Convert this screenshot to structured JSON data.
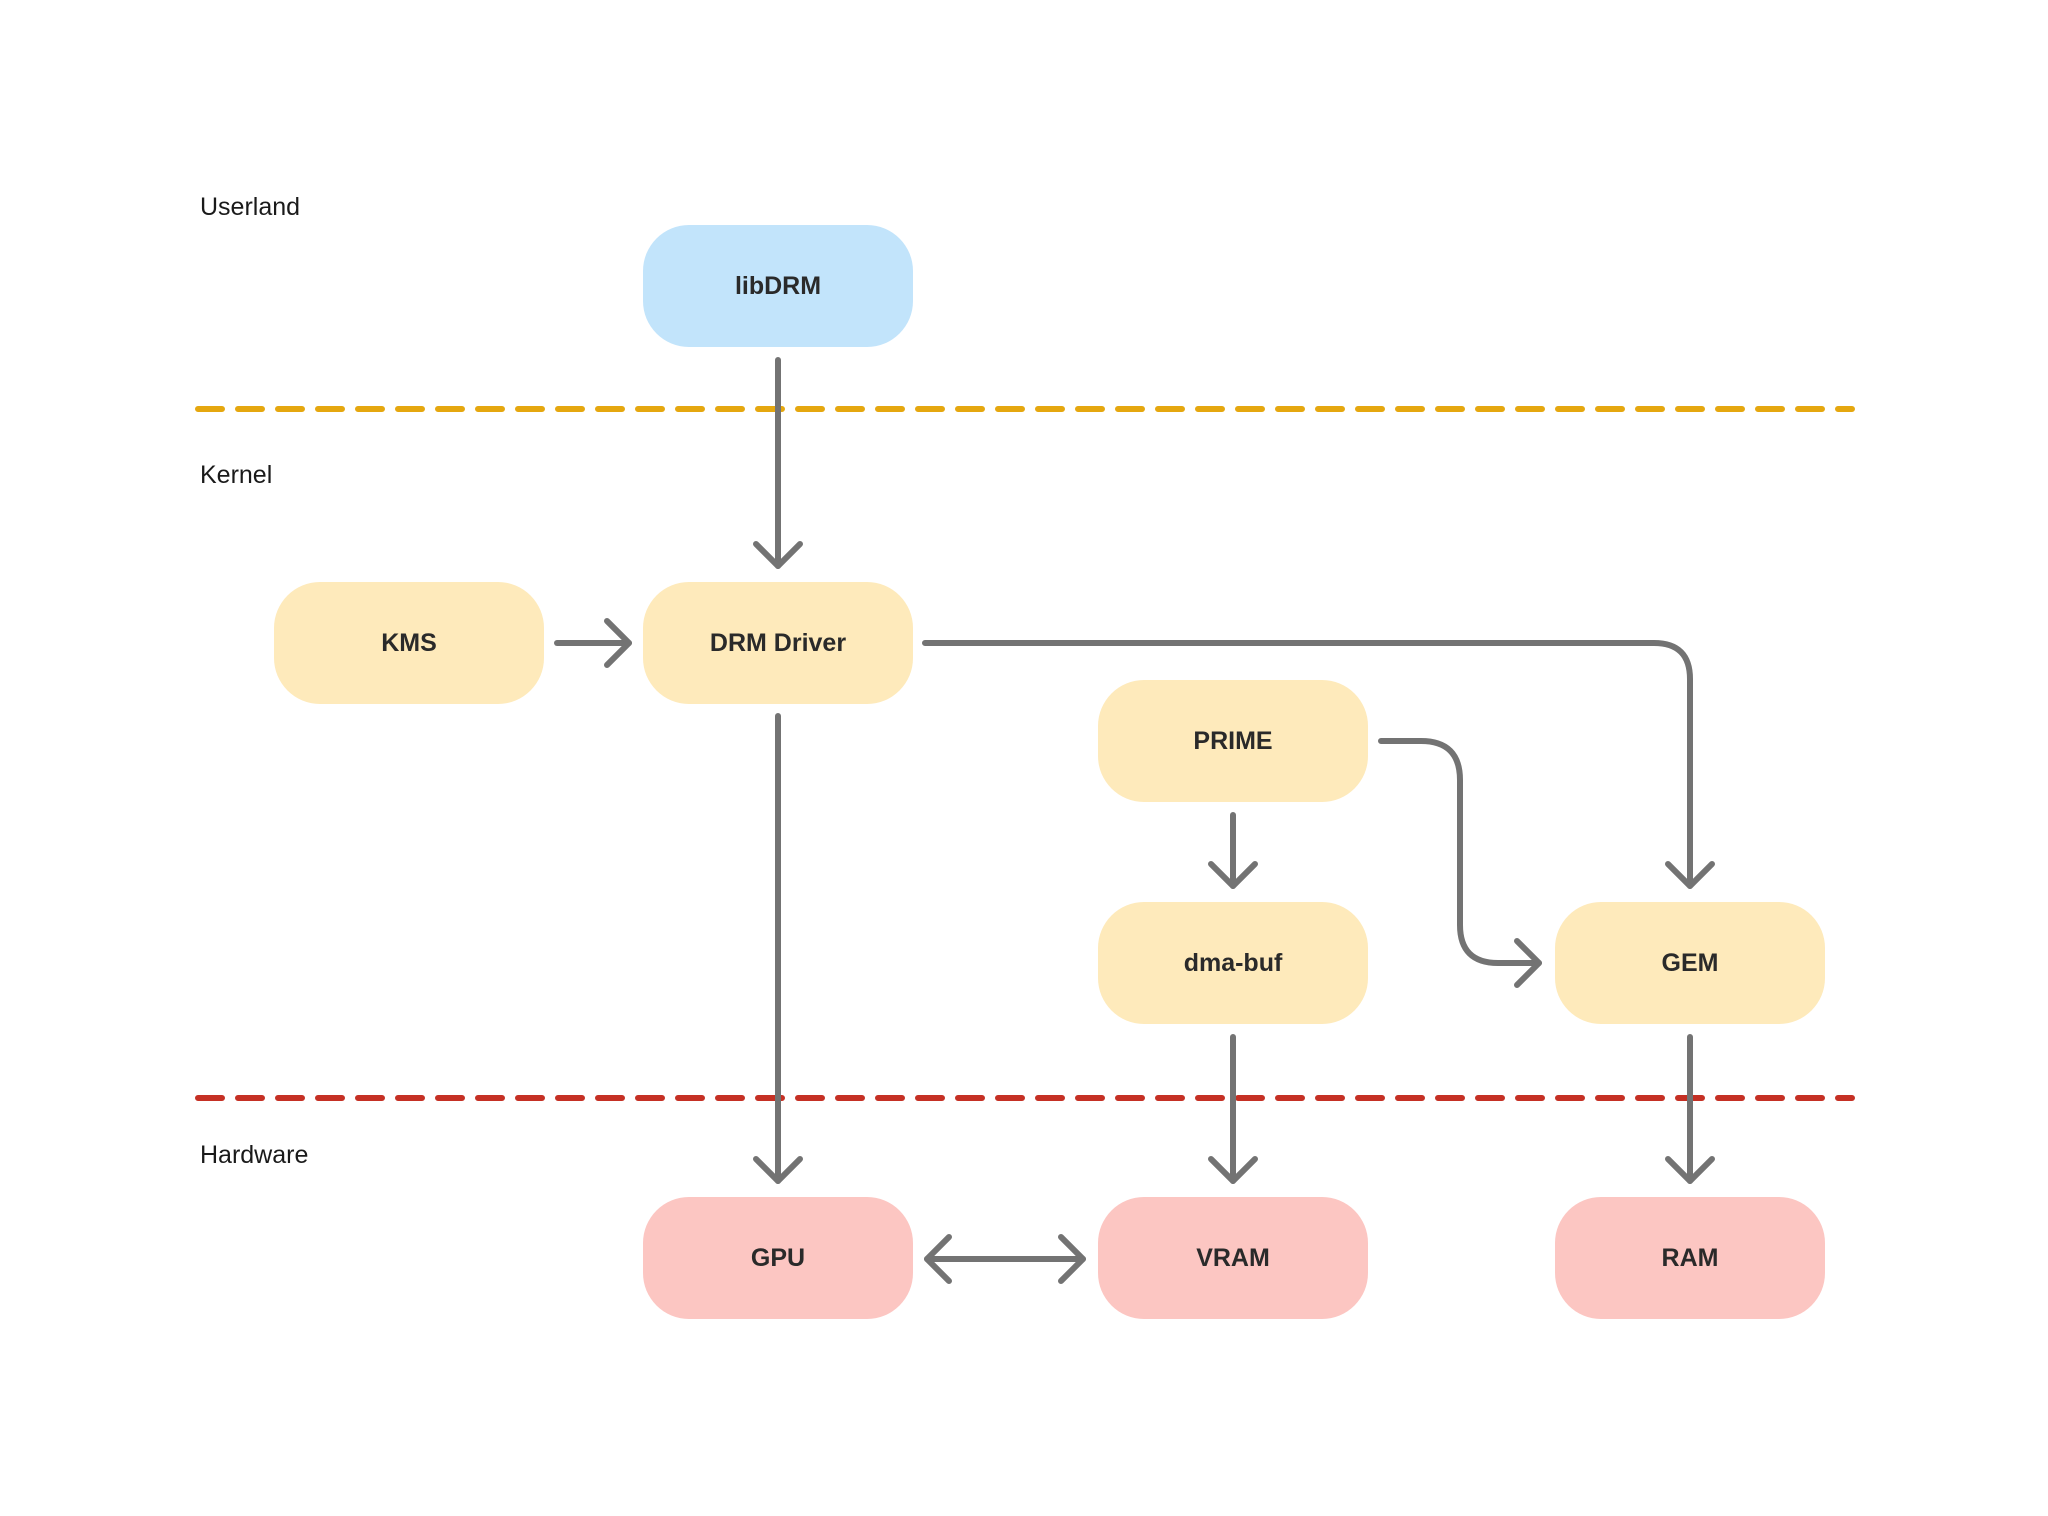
{
  "layers": {
    "userland": "Userland",
    "kernel": "Kernel",
    "hardware": "Hardware"
  },
  "colors": {
    "userland_node": "#c2e4fb",
    "kernel_node": "#feeabb",
    "hardware_node": "#fcc6c2",
    "userland_kernel_boundary": "#e5a70f",
    "kernel_hardware_boundary": "#c53024",
    "arrow": "#737373"
  },
  "nodes": {
    "libdrm": "libDRM",
    "kms": "KMS",
    "drm_driver": "DRM Driver",
    "prime": "PRIME",
    "dma_buf": "dma-buf",
    "gem": "GEM",
    "gpu": "GPU",
    "vram": "VRAM",
    "ram": "RAM"
  },
  "edges": [
    {
      "from": "libDRM",
      "to": "DRM Driver"
    },
    {
      "from": "KMS",
      "to": "DRM Driver"
    },
    {
      "from": "DRM Driver",
      "to": "GEM"
    },
    {
      "from": "DRM Driver",
      "to": "GPU"
    },
    {
      "from": "PRIME",
      "to": "dma-buf"
    },
    {
      "from": "PRIME",
      "to": "GEM"
    },
    {
      "from": "dma-buf",
      "to": "VRAM"
    },
    {
      "from": "GEM",
      "to": "RAM"
    },
    {
      "from": "GPU",
      "to": "VRAM",
      "bidirectional": true
    }
  ]
}
